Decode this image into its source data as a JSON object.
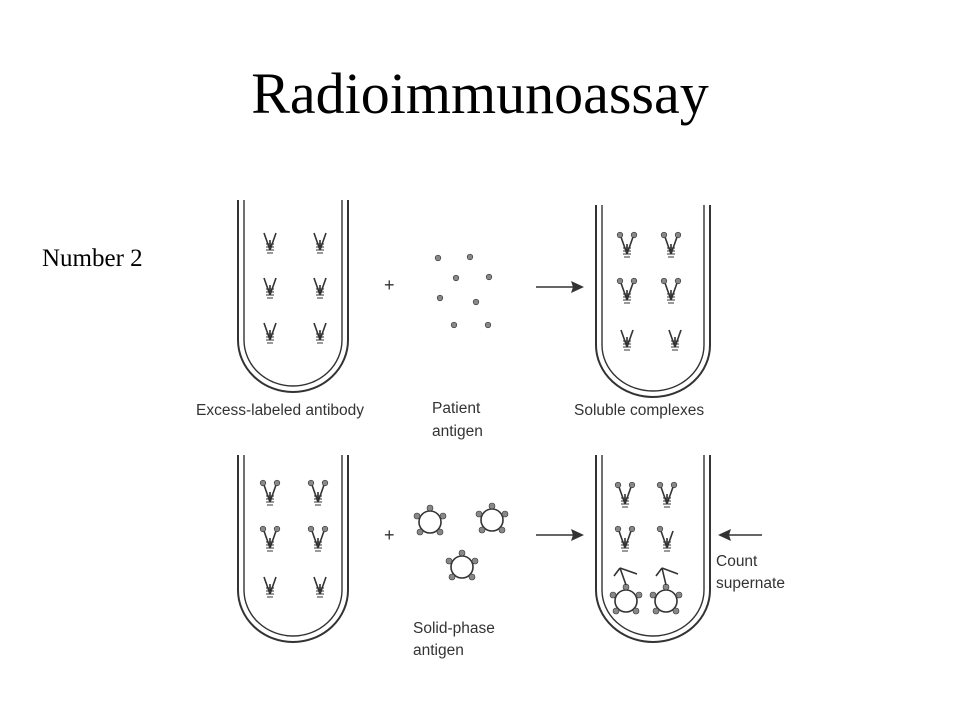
{
  "title": "Radioimmunoassay",
  "subtitle": "Number 2",
  "steps": {
    "top": {
      "left_tube_label": "Excess-labeled antibody",
      "reagent_label": [
        "Patient",
        "antigen"
      ],
      "right_tube_label": "Soluble complexes",
      "plus_symbol": "+"
    },
    "bottom": {
      "reagent_label": [
        "Solid-phase",
        "antigen"
      ],
      "readout_label": [
        "Count",
        "supernate"
      ],
      "plus_symbol": "+"
    }
  },
  "colors": {
    "line": "#333333",
    "particle": "#888888"
  }
}
